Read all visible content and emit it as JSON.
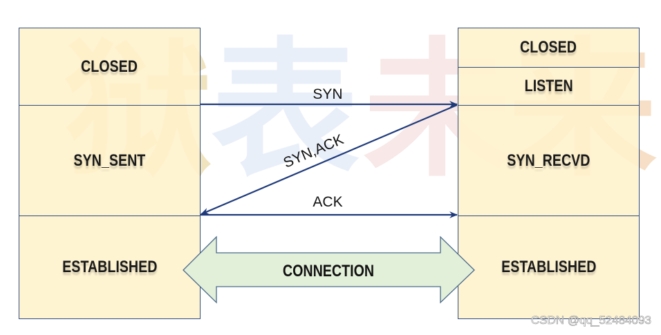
{
  "watermark": {
    "chars": [
      "狱",
      "表",
      "未",
      "来"
    ],
    "colors": [
      "#f0e4bf",
      "#e8eef8",
      "#f7e6e6",
      "#f5ddc2"
    ]
  },
  "client": {
    "states": [
      "CLOSED",
      "SYN_SENT",
      "ESTABLISHED"
    ]
  },
  "server": {
    "states": [
      "CLOSED",
      "LISTEN",
      "SYN_RECVD",
      "ESTABLISHED"
    ]
  },
  "messages": {
    "syn": "SYN",
    "syn_ack": "SYN,ACK",
    "ack": "ACK"
  },
  "connection": {
    "label": "CONNECTION",
    "fill": "#e2efd9",
    "stroke": "#4a6a8a"
  },
  "colors": {
    "box_fill": "#fff2cc",
    "line": "#1f3a7a"
  },
  "credit": "CSDN @qq_52484093"
}
